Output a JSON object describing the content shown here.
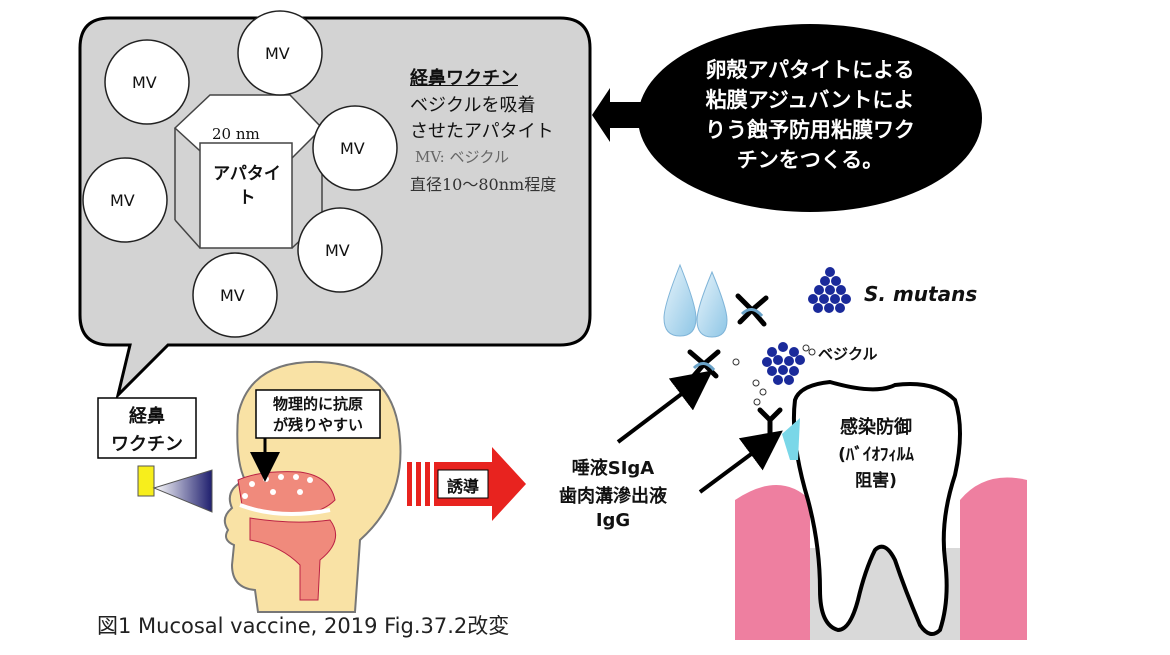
{
  "callout": {
    "mv_label": "MV",
    "crystal_size": "20 nm",
    "crystal_name": "アパタイト",
    "title": "経鼻ワクチン",
    "desc_line1": "ベジクルを吸着",
    "desc_line2": "させたアパタイト",
    "mv_note": "MV: ベジクル",
    "diameter_note": "直径10〜80nm程度"
  },
  "bubble": {
    "line1": "卵殻アパタイトによる",
    "line2": "粘膜アジュバントによ",
    "line3": "りう蝕予防用粘膜ワク",
    "line4": "チンをつくる。"
  },
  "device_label": {
    "line1": "経鼻",
    "line2": "ワクチン"
  },
  "head_note": {
    "line1": "物理的に抗原",
    "line2": "が残りやすい"
  },
  "induction_label": "誘導",
  "antibodies": {
    "line1": "唾液SIgA",
    "line2": "歯肉溝滲出液",
    "line3": "IgG"
  },
  "bacteria_label": "S. mutans",
  "vesicle_label": "ベジクル",
  "protection": {
    "line1": "感染防御",
    "line2": "(ﾊﾞｲｵﾌｨﾙﾑ",
    "line3": "阻害)"
  },
  "caption": "図1 Mucosal vaccine, 2019 Fig.37.2改変",
  "colors": {
    "panel_fill": "#d3d3d3",
    "bubble_fill": "#000000",
    "arrow_red": "#e8231f",
    "coccus_blue": "#1a2a9a",
    "gum_pink": "#ee7fa0",
    "cyan_arrow": "#7ad7e8"
  }
}
